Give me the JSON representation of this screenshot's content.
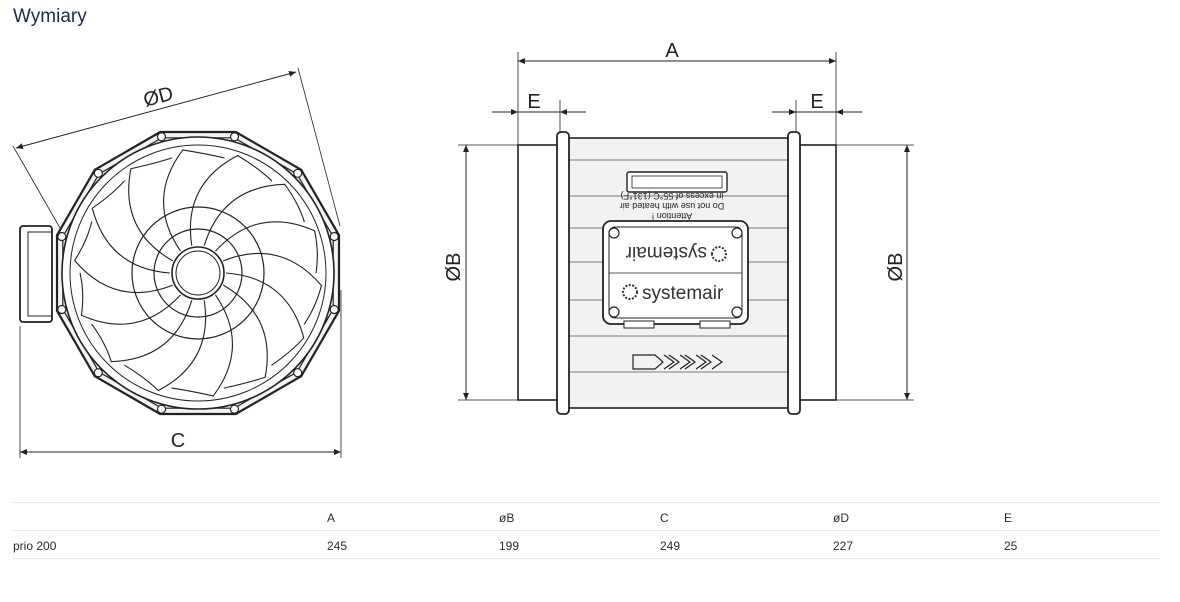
{
  "page": {
    "title": "Wymiary"
  },
  "drawing": {
    "labels": {
      "d": "ØD",
      "c": "C",
      "a": "A",
      "e_left": "E",
      "e_right": "E",
      "b_left": "ØB",
      "b_right": "ØB"
    },
    "housing_text": {
      "line1": "Attention !",
      "line2": "Do not use with heated air",
      "line3": "in excess of 55°C (131°F)"
    },
    "brand_logo": "systemair"
  },
  "table": {
    "headers": [
      "",
      "A",
      "øB",
      "C",
      "øD",
      "E"
    ],
    "rows": [
      [
        "prio 200",
        "245",
        "199",
        "249",
        "227",
        "25"
      ]
    ]
  }
}
